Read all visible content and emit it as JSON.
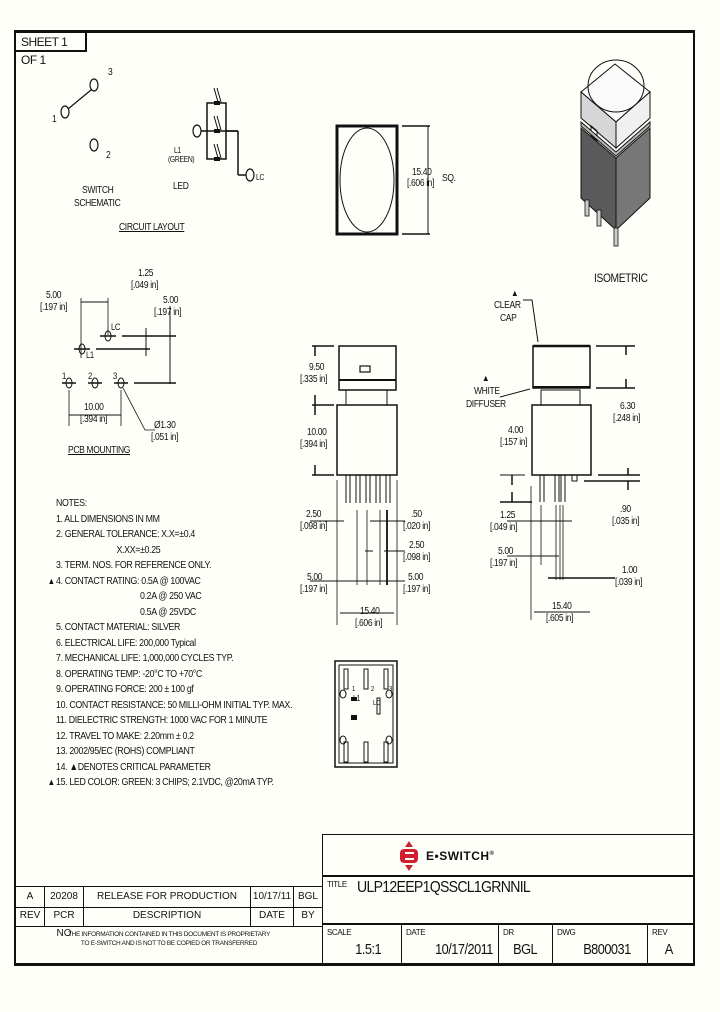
{
  "sheet": {
    "label": "SHEET 1 OF 1"
  },
  "switch_schematic": {
    "pins": [
      "1",
      "2",
      "3"
    ],
    "caption_line1": "SWITCH",
    "caption_line2": "SCHEMATIC"
  },
  "led_schematic": {
    "pin_l1_line1": "L1",
    "pin_l1_line2": "(GREEN)",
    "pin_lc": "LC",
    "caption": "LED"
  },
  "circuit_layout": {
    "caption": "CIRCUIT LAYOUT"
  },
  "top_view": {
    "dim_mm": "15.40",
    "dim_in": "[.606 in]",
    "suffix": "SQ."
  },
  "isometric": {
    "caption": "ISOMETRIC"
  },
  "pcb_mounting": {
    "caption": "PCB MOUNTING",
    "dims": [
      {
        "mm": "5.00",
        "in": "[.197 in]"
      },
      {
        "mm": "1.25",
        "in": "[.049 in]"
      },
      {
        "mm": "5.00",
        "in": "[.197 in]"
      },
      {
        "mm": "10.00",
        "in": "[.394 in]"
      },
      {
        "mm": "Ø1.30",
        "in": "[.051 in]"
      }
    ],
    "pin_labels": [
      "1",
      "2",
      "3",
      "LC",
      "L1"
    ]
  },
  "front_view": {
    "dims": [
      {
        "mm": "9.50",
        "in": "[.335 in]"
      },
      {
        "mm": "10.00",
        "in": "[.394 in]"
      },
      {
        "mm": "2.50",
        "in": "[.098 in]"
      },
      {
        "mm": ".50",
        "in": "[.020 in]"
      },
      {
        "mm": "2.50",
        "in": "[.098 in]"
      },
      {
        "mm": "5.00",
        "in": "[.197 in]"
      },
      {
        "mm": "5.00",
        "in": "[.197 in]"
      },
      {
        "mm": "15.40",
        "in": "[.606 in]"
      }
    ]
  },
  "side_view": {
    "clear_cap_line1": "CLEAR",
    "clear_cap_line2": "CAP",
    "white_diffuser_line1": "WHITE",
    "white_diffuser_line2": "DIFFUSER",
    "dims": [
      {
        "mm": "6.30",
        "in": "[.248 in]"
      },
      {
        "mm": "4.00",
        "in": "[.157 in]"
      },
      {
        "mm": "1.25",
        "in": "[.049 in]"
      },
      {
        "mm": ".90",
        "in": "[.035 in]"
      },
      {
        "mm": "5.00",
        "in": "[.197 in]"
      },
      {
        "mm": "1.00",
        "in": "[.039 in]"
      },
      {
        "mm": "15.40",
        "in": "[.605 in]"
      }
    ]
  },
  "bottom_view": {
    "labels": [
      "1",
      "2",
      "3",
      "L1",
      "LC"
    ]
  },
  "notes": {
    "heading": "NOTES:",
    "items": [
      "1. ALL DIMENSIONS IN MM",
      "2. GENERAL TOLERANCE: X.X=±0.4",
      "X.XX=±0.25",
      "3. TERM. NOS. FOR REFERENCE ONLY.",
      "4. CONTACT RATING: 0.5A @ 100VAC",
      "0.2A @ 250 VAC",
      "0.5A @ 25VDC",
      "5. CONTACT MATERIAL: SILVER",
      "6. ELECTRICAL LIFE: 200,000 Typical",
      "7. MECHANICAL LIFE: 1,000,000 CYCLES TYP.",
      "8. OPERATING TEMP: -20°C TO +70°C",
      "9. OPERATING FORCE: 200 ± 100 gf",
      "10. CONTACT RESISTANCE: 50 MILLI-OHM INITIAL TYP. MAX.",
      "11. DIELECTRIC STRENGTH: 1000 VAC FOR 1 MINUTE",
      "12. TRAVEL TO MAKE: 2.20mm ± 0.2",
      "13. 2002/95/EC (ROHS) COMPLIANT",
      "14. ▲DENOTES CRITICAL PARAMETER",
      "15. LED COLOR:  GREEN: 3 CHIPS; 2.1VDC, @20mA TYP."
    ],
    "critical_marker": "▲"
  },
  "revision_table": {
    "row": {
      "rev": "A",
      "pcr_no": "20208",
      "description": "RELEASE FOR PRODUCTION",
      "date": "10/17/11",
      "by": "BGL"
    },
    "headers": {
      "rev": "REV",
      "pcr_no": "PCR NO",
      "description": "DESCRIPTION",
      "date": "DATE",
      "by": "BY"
    },
    "proprietary_line1": "THE INFORMATION CONTAINED IN THIS DOCUMENT IS PROPRIETARY",
    "proprietary_line2": "TO E-SWITCH AND IS NOT TO BE COPIED OR TRANSFERRED"
  },
  "title_block": {
    "brand": "E•SWITCH",
    "brand_mark": "®",
    "brand_color": "#d0202e",
    "title_label": "TITLE",
    "title_value": "ULP12EEP1QSSCL1GRNNIL",
    "scale_label": "SCALE",
    "scale_value": "1.5:1",
    "date_label": "DATE",
    "date_value": "10/17/2011",
    "dr_label": "DR",
    "dr_value": "BGL",
    "dwg_label": "DWG",
    "dwg_value": "B800031",
    "rev_label": "REV",
    "rev_value": "A"
  }
}
